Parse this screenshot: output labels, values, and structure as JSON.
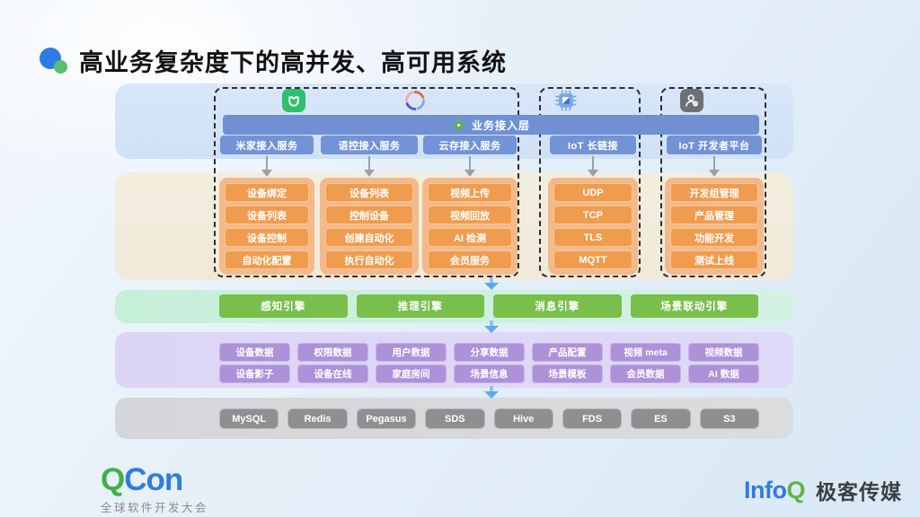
{
  "title": "高业务复杂度下的高并发、高可用系统",
  "access_bar": {
    "label": "业务接入层"
  },
  "columns": [
    {
      "service": "米家接入服务",
      "items": [
        "设备绑定",
        "设备列表",
        "设备控制",
        "自动化配置"
      ]
    },
    {
      "service": "语控接入服务",
      "items": [
        "设备列表",
        "控制设备",
        "创建自动化",
        "执行自动化"
      ]
    },
    {
      "service": "云存接入服务",
      "items": [
        "视频上传",
        "视频回放",
        "AI 检测",
        "会员服务"
      ]
    },
    {
      "service": "IoT 长链接",
      "items": [
        "UDP",
        "TCP",
        "TLS",
        "MQTT"
      ]
    },
    {
      "service": "IoT 开发者平台",
      "items": [
        "开发组管理",
        "产品管理",
        "功能开发",
        "测试上线"
      ]
    }
  ],
  "engines": [
    "感知引擎",
    "推理引擎",
    "消息引擎",
    "场景联动引擎"
  ],
  "data_row1": [
    "设备数据",
    "权限数据",
    "用户数据",
    "分享数据",
    "产品配置",
    "视频 meta",
    "视频数据"
  ],
  "data_row2": [
    "设备影子",
    "设备在线",
    "家庭房间",
    "场景信息",
    "场景模板",
    "会员数据",
    "AI 数据"
  ],
  "storage": [
    "MySQL",
    "Redis",
    "Pegasus",
    "SDS",
    "Hive",
    "FDS",
    "ES",
    "S3"
  ],
  "icons": [
    "mijia-app-icon",
    "voice-assistant-swirl-icon",
    "iot-chip-icon",
    "developer-account-icon",
    "move-cross-icon"
  ],
  "footer": {
    "qcon_q": "Q",
    "qcon_con": "Con",
    "qcon_tagline": "全球软件开发大会",
    "infoq_info": "Info",
    "infoq_q": "Q",
    "media": "极客传媒"
  },
  "colors": {
    "access_blue": "#6f90d3",
    "capability_orange": "#f09c4e",
    "engine_green": "#78c04b",
    "data_purple": "#ad92d9",
    "storage_gray": "#8e8f91",
    "band_blue": "#d5e3f7",
    "band_cream": "#f1edde",
    "band_mint": "#ccf0dd",
    "band_lavender": "#ddd6f6",
    "band_gray": "#d7d8da"
  }
}
